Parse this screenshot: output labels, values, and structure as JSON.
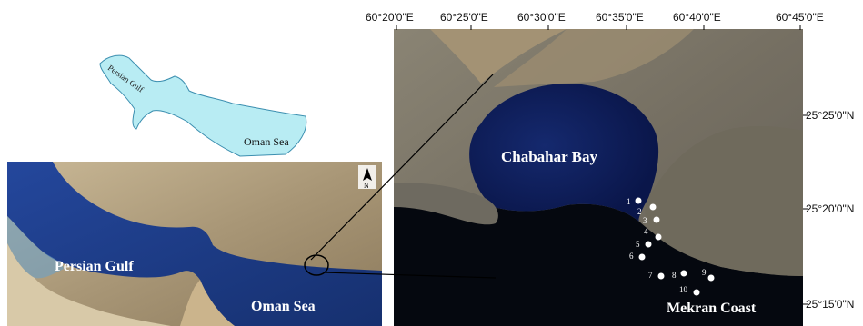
{
  "inset_map": {
    "labels": {
      "persian_gulf": "Persian Gulf",
      "oman_sea": "Oman Sea"
    },
    "colors": {
      "water": "#b8ecf3",
      "outline": "#3c8fb0"
    }
  },
  "regional_map": {
    "labels": {
      "persian_gulf": "Persian Gulf",
      "oman_sea": "Oman Sea"
    },
    "north_arrow": "N",
    "colors": {
      "sea": "#1f3c8c",
      "land": "#b7a78a"
    }
  },
  "detail_map": {
    "longitude_ticks": [
      "60°20'0\"E",
      "60°25'0\"E",
      "60°30'0\"E",
      "60°35'0\"E",
      "60°40'0\"E",
      "60°45'0\"E"
    ],
    "latitude_ticks": [
      "25°25'0\"N",
      "25°20'0\"N",
      "25°15'0\"N"
    ],
    "labels": {
      "bay": "Chabahar Bay",
      "coast": "Mekran Coast"
    },
    "stations": [
      "1",
      "2",
      "3",
      "4",
      "5",
      "6",
      "7",
      "8",
      "9",
      "10"
    ],
    "colors": {
      "bay": "#0e1f5a",
      "sea": "#05080f",
      "land": "#7a7466",
      "station": "#ffffff"
    }
  }
}
